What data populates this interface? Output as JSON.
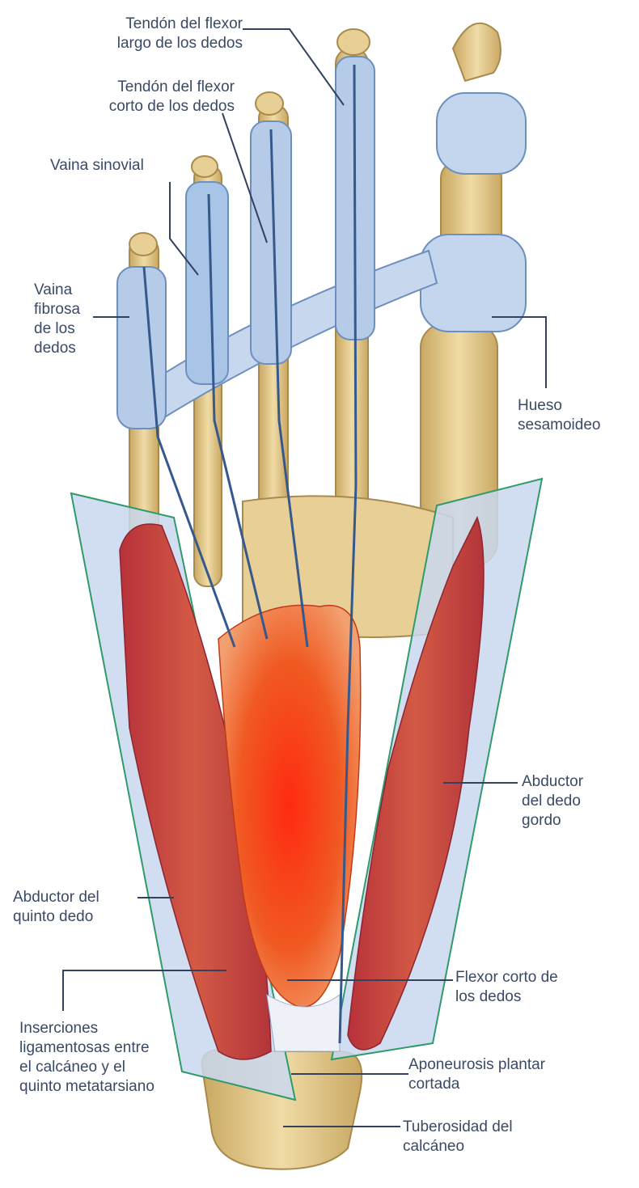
{
  "labels": {
    "tendon_flexor_largo": "Tendón del flexor\nlargo de los dedos",
    "tendon_flexor_corto": "Tendón del flexor\ncorto de los dedos",
    "vaina_sinovial": "Vaina sinovial",
    "vaina_fibrosa": "Vaina\nfibrosa\nde los\ndedos",
    "hueso_sesamoideo": "Hueso\nsesamoideo",
    "abductor_dedo_gordo": "Abductor\ndel dedo\ngordo",
    "abductor_quinto_dedo": "Abductor del\nquinto dedo",
    "inserciones": "Inserciones\nligamentosas entre\nel calcáneo y el\nquinto metatarsiano",
    "flexor_corto": "Flexor corto de\nlos dedos",
    "aponeurosis": "Aponeurosis plantar\ncortada",
    "tuberosidad": "Tuberosidad del\ncalcáneo"
  },
  "colors": {
    "bone": "#e8cf95",
    "bone_shade": "#c9a862",
    "tendon": "#b9d0ea",
    "tendon_dark": "#4f79ad",
    "muscle_central": "#f0501e",
    "muscle_side": "#c8402f",
    "panel_fill": "#c9d8ee",
    "panel_stroke": "#2f9a6a",
    "leader": "#33415c",
    "label_text": "#3a4a66"
  }
}
